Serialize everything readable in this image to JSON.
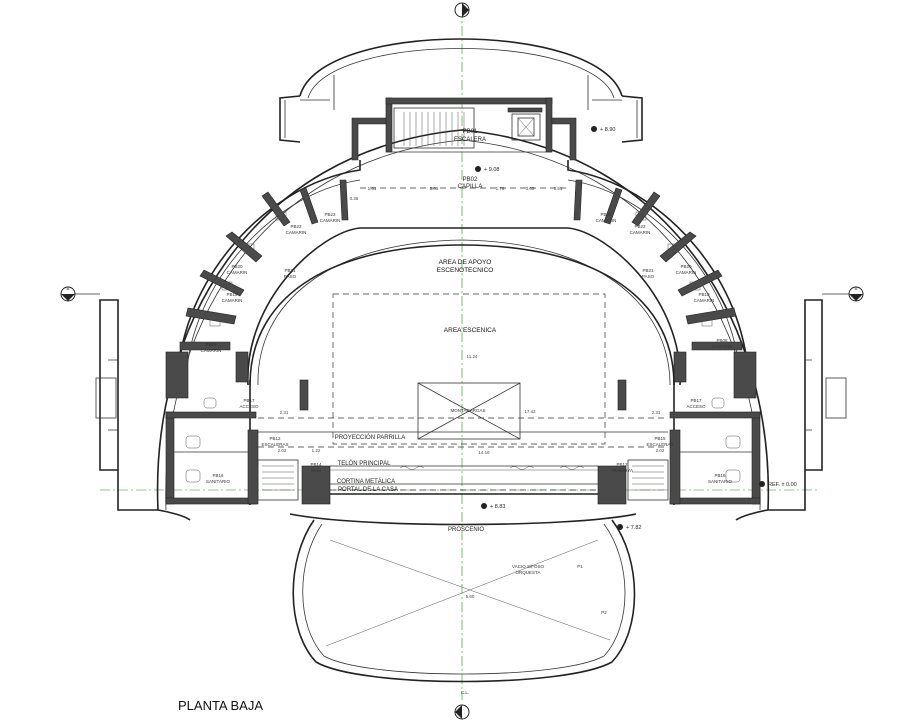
{
  "drawing_title": "PLANTA BAJA",
  "axis": {
    "center_line": "C.L.",
    "section_left": "B",
    "section_right": "B",
    "section_top": "A",
    "section_bottom": "A"
  },
  "rooms": {
    "stage": "AREA ESCENICA",
    "support_line1": "AREA DE APOYO",
    "support_line2": "ESCENOTECNICO",
    "proscenium": "PROSCENIO",
    "pit_line1": "VACIO S/FOSO",
    "pit_line2": "ORQUESTA",
    "montacargas": "MONTACARGAS",
    "pb01_code": "PB01",
    "pb01_name": "ESCALERA",
    "pb02_code": "PB02",
    "pb02_name": "CAPILLA",
    "pb23_l_code": "PB23",
    "pb23_l_name": "CAMARIN",
    "pb22_l_code": "PB22",
    "pb22_l_name": "CAMARIN",
    "pb20_l_code": "PB20",
    "pb20_l_name": "CAMARIN",
    "pb21_l_code": "PB21",
    "pb21_l_name": "PASO",
    "pb19_l_code": "PB19",
    "pb19_l_name": "CAMARIN",
    "pb18_l_code": "PB18",
    "pb18_l_name": "CAMARIN",
    "pb17_l_code": "PB17",
    "pb17_l_name": "ACCESO",
    "pb12_l_code": "PB12",
    "pb12_l_name": "ESCALERAS",
    "pb16_l_code": "PB16",
    "pb16_l_name": "SANITARIO",
    "pb14_code": "PB14",
    "pb14_name": "MAN",
    "pb23_r_code": "PB23",
    "pb23_r_name": "CAMARIN",
    "pb22_r_code": "PB22",
    "pb22_r_name": "CAMARIN",
    "pb20_r_code": "PB20",
    "pb20_r_name": "CAMARIN",
    "pb21_r_code": "PB21",
    "pb21_r_name": "PASO",
    "pb19_r_code": "PB19",
    "pb19_r_name": "CAMARIN",
    "pb08_code": "PB08",
    "pb08_name": "CAMARIN",
    "pb17_r_code": "PB17",
    "pb17_r_name": "ACCESO",
    "pb15_code": "PB15",
    "pb15_name": "ESCALERAS",
    "pb12_r_code": "PB12",
    "pb12_r_name": "TRAMOYA",
    "pb16_r_code": "PB16",
    "pb16_r_name": "SANITARIO"
  },
  "stage_lines": {
    "proyeccion": "PROYECCIÓN PARRILLA",
    "telon": "TELÓN PRINCIPAL",
    "cortina": "CORTINA METÁLICA",
    "portal": "PORTAL DE LA CASA"
  },
  "levels": {
    "top": "+ 8.90",
    "capilla": "+ 9.08",
    "proscenio": "+ 8.83",
    "right": "+ 7.82",
    "ref": "REF. ± 0.00"
  },
  "markers": {
    "p1": "P1",
    "p2": "P2"
  },
  "dimensions": {
    "d1": "1.51",
    "d2": "5.65",
    "d3": "1.76",
    "d4": "3.05",
    "d5": "1.51",
    "d6": "11.24",
    "d7": "17.42",
    "d8": "14.16",
    "d9": "2.31",
    "d10": "2.31",
    "d11": "5.60",
    "d12": "1.22",
    "d13": "2.02",
    "d14": "2.02",
    "d15": "0.36"
  }
}
